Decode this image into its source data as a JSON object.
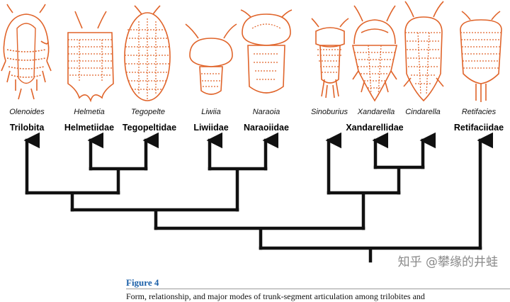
{
  "taxa": [
    {
      "genus": "Olenoides",
      "family": "Trilobita"
    },
    {
      "genus": "Helmetia",
      "family": "Helmetiidae"
    },
    {
      "genus": "Tegopelte",
      "family": "Tegopeltidae"
    },
    {
      "genus": "Liwiia",
      "family": "Liwiidae"
    },
    {
      "genus": "Naraoia",
      "family": "Naraoiidae"
    },
    {
      "genus": "Sinoburius",
      "family": ""
    },
    {
      "genus": "Xandarella",
      "family": "Xandarellidae"
    },
    {
      "genus": "Cindarella",
      "family": ""
    },
    {
      "genus": "Retifacies",
      "family": "Retifaciidae"
    }
  ],
  "figure": {
    "label": "Figure 4",
    "caption": "Form, relationship, and major modes of trunk-segment articulation among trilobites and"
  },
  "watermark": "知乎 @攀缘的井蛙",
  "colors": {
    "fossil": "#e0642a",
    "tree": "#111111",
    "title": "#1a5fa8"
  }
}
